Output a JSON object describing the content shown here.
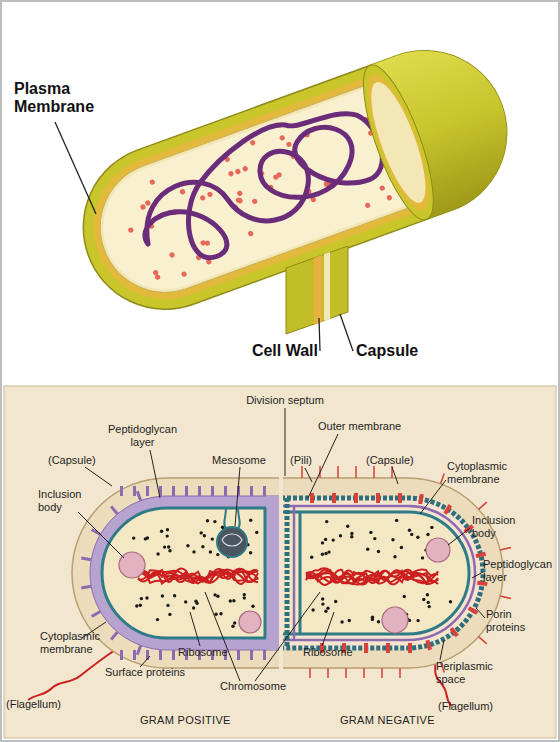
{
  "diagram": {
    "labels": [
      "Plasma Membrane",
      "Cell Wall",
      "Capsule",
      "Division septum",
      "Outer membrane",
      "Peptidoglycan layer",
      "(Pili)",
      "(Capsule)",
      "Mesosome",
      "(Capsule)",
      "Cytoplasmic membrane",
      "Inclusion body",
      "Inclusion body",
      "Peptidoglycan layer",
      "Porin proteins",
      "Cytoplasmic membrane",
      "Periplasmic space",
      "Ribosome",
      "Ribosome",
      "Surface proteins",
      "Chromosome",
      "(Flagellum)",
      "(Flagellum)",
      "GRAM POSITIVE",
      "GRAM NEGATIVE"
    ]
  }
}
